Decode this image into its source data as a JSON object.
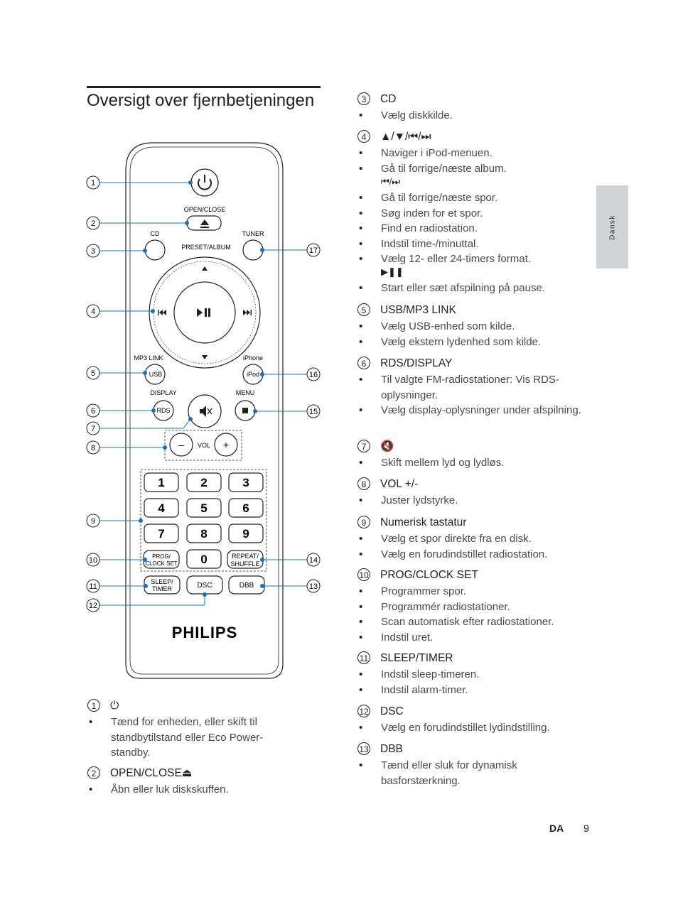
{
  "title": "Oversigt over fjernbetjeningen",
  "side_tab": "Dansk",
  "footer": {
    "lang": "DA",
    "page": "9"
  },
  "remote": {
    "brand": "PHILIPS",
    "labels": {
      "open_close": "OPEN/CLOSE",
      "cd": "CD",
      "tuner": "TUNER",
      "preset_album": "PRESET/ALBUM",
      "mp3_link": "MP3 LINK",
      "iphone": "iPhone",
      "usb": "USB",
      "ipod": "iPod",
      "display": "DISPLAY",
      "menu": "MENU",
      "rds": "RDS",
      "vol": "VOL",
      "prog": "PROG/",
      "clock_set": "CLOCK SET",
      "repeat": "REPEAT/",
      "shuffle": "SHUFFLE",
      "sleep": "SLEEP/",
      "timer": "TIMER",
      "dsc": "DSC",
      "dbb": "DBB",
      "minus": "–",
      "plus": "+"
    },
    "keys": [
      "1",
      "2",
      "3",
      "4",
      "5",
      "6",
      "7",
      "8",
      "9",
      "0"
    ],
    "callouts_left": [
      "1",
      "2",
      "3",
      "4",
      "5",
      "6",
      "7",
      "8",
      "9",
      "10",
      "11",
      "12"
    ],
    "callouts_right": [
      "17",
      "16",
      "15",
      "14",
      "13"
    ]
  },
  "sections_left": [
    {
      "num": "1",
      "head": "⏻",
      "items": [
        "Tænd for enheden, eller skift til standbytilstand eller Eco Power-standby."
      ]
    },
    {
      "num": "2",
      "head": "OPEN/CLOSE⏏",
      "items": [
        "Åbn eller luk diskskuffen."
      ]
    }
  ],
  "sections_right": [
    {
      "num": "3",
      "head": "CD",
      "items": [
        "Vælg diskkilde."
      ]
    },
    {
      "num": "4",
      "head": "▲/▼/⏮/⏭",
      "groups": [
        {
          "sub": "",
          "items": [
            "Naviger i iPod-menuen.",
            "Gå til forrige/næste album."
          ]
        },
        {
          "sub": "⏮/⏭",
          "items": [
            "Gå til forrige/næste spor.",
            "Søg inden for et spor.",
            "Find en radiostation.",
            "Indstil time-/minuttal.",
            "Vælg 12- eller 24-timers format."
          ]
        },
        {
          "sub": "▶❚❚",
          "items": [
            "Start eller sæt afspilning på pause."
          ]
        }
      ]
    },
    {
      "num": "5",
      "head": "USB/MP3 LINK",
      "items": [
        "Vælg USB-enhed som kilde.",
        "Vælg ekstern lydenhed som kilde."
      ]
    },
    {
      "num": "6",
      "head": "RDS/DISPLAY",
      "items": [
        "Til valgte FM-radiostationer: Vis RDS-oplysninger.",
        "Vælg display-oplysninger under afspilning."
      ]
    },
    {
      "num": "7",
      "head": "🔇",
      "items": [
        "Skift mellem lyd og lydløs."
      ]
    },
    {
      "num": "8",
      "head": "VOL +/-",
      "items": [
        "Juster lydstyrke."
      ]
    },
    {
      "num": "9",
      "head": "Numerisk tastatur",
      "items": [
        "Vælg et spor direkte fra en disk.",
        "Vælg en forudindstillet radiostation."
      ]
    },
    {
      "num": "10",
      "head": "PROG/CLOCK SET",
      "items": [
        "Programmer spor.",
        "Programmér radiostationer.",
        "Scan automatisk efter radiostationer.",
        "Indstil uret."
      ]
    },
    {
      "num": "11",
      "head": "SLEEP/TIMER",
      "items": [
        "Indstil sleep-timeren.",
        "Indstil alarm-timer."
      ]
    },
    {
      "num": "12",
      "head": "DSC",
      "items": [
        "Vælg en forudindstillet lydindstilling."
      ]
    },
    {
      "num": "13",
      "head": "DBB",
      "items": [
        "Tænd eller sluk for dynamisk basforstærkning."
      ]
    }
  ]
}
